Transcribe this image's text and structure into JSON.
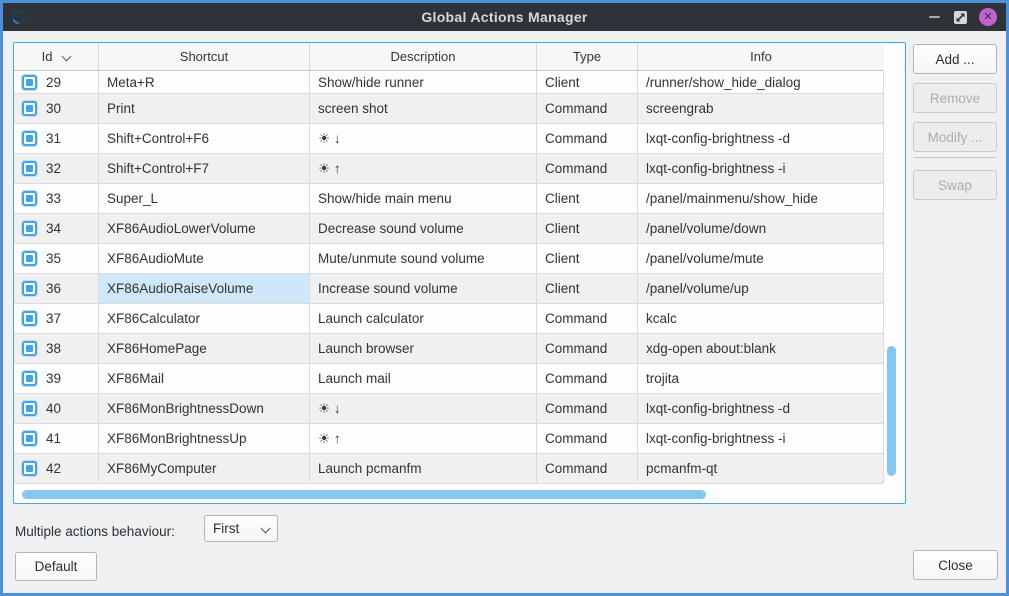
{
  "window": {
    "title": "Global Actions Manager",
    "app_icon": "global-shortcuts-swirl-icon",
    "controls": {
      "minimize_icon": "minimize-icon",
      "maximize_icon": "maximize-icon",
      "close_icon": "close-icon",
      "close_glyph": "✕"
    }
  },
  "table": {
    "columns": [
      {
        "label": "Id",
        "sort_indicator": "chevron-down-icon"
      },
      {
        "label": "Shortcut"
      },
      {
        "label": "Description"
      },
      {
        "label": "Type"
      },
      {
        "label": "Info"
      }
    ],
    "selected": {
      "row_id": "36",
      "column": "shortcut"
    },
    "rows": [
      {
        "id": "29",
        "checked": true,
        "shortcut": "Meta+R",
        "description": "Show/hide runner",
        "type": "Client",
        "info": "/runner/show_hide_dialog"
      },
      {
        "id": "30",
        "checked": true,
        "shortcut": "Print",
        "description": "screen shot",
        "type": "Command",
        "info": "screengrab"
      },
      {
        "id": "31",
        "checked": true,
        "shortcut": "Shift+Control+F6",
        "description": "☀ ↓",
        "type": "Command",
        "info": "lxqt-config-brightness -d"
      },
      {
        "id": "32",
        "checked": true,
        "shortcut": "Shift+Control+F7",
        "description": "☀ ↑",
        "type": "Command",
        "info": "lxqt-config-brightness -i"
      },
      {
        "id": "33",
        "checked": true,
        "shortcut": "Super_L",
        "description": "Show/hide main menu",
        "type": "Client",
        "info": "/panel/mainmenu/show_hide"
      },
      {
        "id": "34",
        "checked": true,
        "shortcut": "XF86AudioLowerVolume",
        "description": "Decrease sound volume",
        "type": "Client",
        "info": "/panel/volume/down"
      },
      {
        "id": "35",
        "checked": true,
        "shortcut": "XF86AudioMute",
        "description": "Mute/unmute sound volume",
        "type": "Client",
        "info": "/panel/volume/mute"
      },
      {
        "id": "36",
        "checked": true,
        "shortcut": "XF86AudioRaiseVolume",
        "description": "Increase sound volume",
        "type": "Client",
        "info": "/panel/volume/up"
      },
      {
        "id": "37",
        "checked": true,
        "shortcut": "XF86Calculator",
        "description": "Launch calculator",
        "type": "Command",
        "info": "kcalc"
      },
      {
        "id": "38",
        "checked": true,
        "shortcut": "XF86HomePage",
        "description": "Launch browser",
        "type": "Command",
        "info": "xdg-open about:blank"
      },
      {
        "id": "39",
        "checked": true,
        "shortcut": "XF86Mail",
        "description": "Launch mail",
        "type": "Command",
        "info": "trojita"
      },
      {
        "id": "40",
        "checked": true,
        "shortcut": "XF86MonBrightnessDown",
        "description": "☀ ↓",
        "type": "Command",
        "info": "lxqt-config-brightness -d"
      },
      {
        "id": "41",
        "checked": true,
        "shortcut": "XF86MonBrightnessUp",
        "description": "☀ ↑",
        "type": "Command",
        "info": "lxqt-config-brightness -i"
      },
      {
        "id": "42",
        "checked": true,
        "shortcut": "XF86MyComputer",
        "description": "Launch pcmanfm",
        "type": "Command",
        "info": "pcmanfm-qt"
      }
    ]
  },
  "side_buttons": {
    "add": "Add ...",
    "remove": "Remove",
    "modify": "Modify ...",
    "swap": "Swap"
  },
  "footer": {
    "multiple_actions_label": "Multiple actions behaviour:",
    "multiple_actions_value": "First",
    "default_label": "Default",
    "close_label": "Close"
  },
  "colors": {
    "window_border": "#4b90d8",
    "titlebar_bg": "#2e333a",
    "titlebar_text": "#d6d9dc",
    "accent_blue": "#42a5e2",
    "focus_border": "#45a7e2",
    "selected_cell_bg": "#cfe7f8",
    "alt_row_bg": "#f0f0f1",
    "scrollbar_thumb": "#85c7ef",
    "close_button_bg": "#bf62cb",
    "dialog_bg": "#eff0f1"
  }
}
